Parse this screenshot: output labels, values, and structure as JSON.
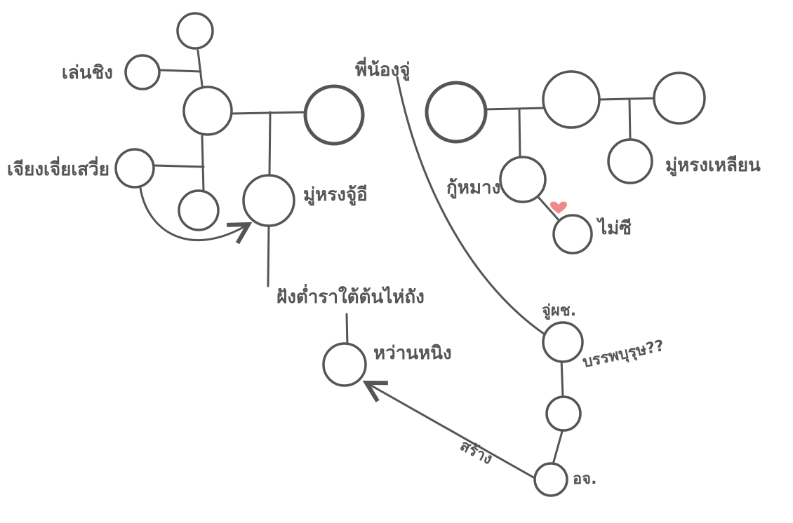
{
  "labels": {
    "lern_ching": "เล่นชิง",
    "chiang_jia": "เจียงเจี่ยเสวี่ย",
    "mu_hong_zhuyi": "มู่หรงจู้อี",
    "phi_nong_zhu": "พี่น้องจู่",
    "ku_mang": "กู้หมาง",
    "mu_hong_lian": "มู่หรงเหลียน",
    "mai_zi": "ไม่ซี",
    "fang_tam": "ฝังต่ำราใต้ต้นไห่ถัง",
    "wan_ning": "หว่านหนิง",
    "zhu_ph": "จู่ผช.",
    "mi_mai": "บรรพบุรุษ??",
    "sang": "สร้าง",
    "ooj": "อจ."
  },
  "colors": {
    "stroke": "#555555",
    "heart": "#f08a8a",
    "background": "#ffffff"
  },
  "icons": [
    "heart-icon",
    "arrowhead-icon"
  ]
}
